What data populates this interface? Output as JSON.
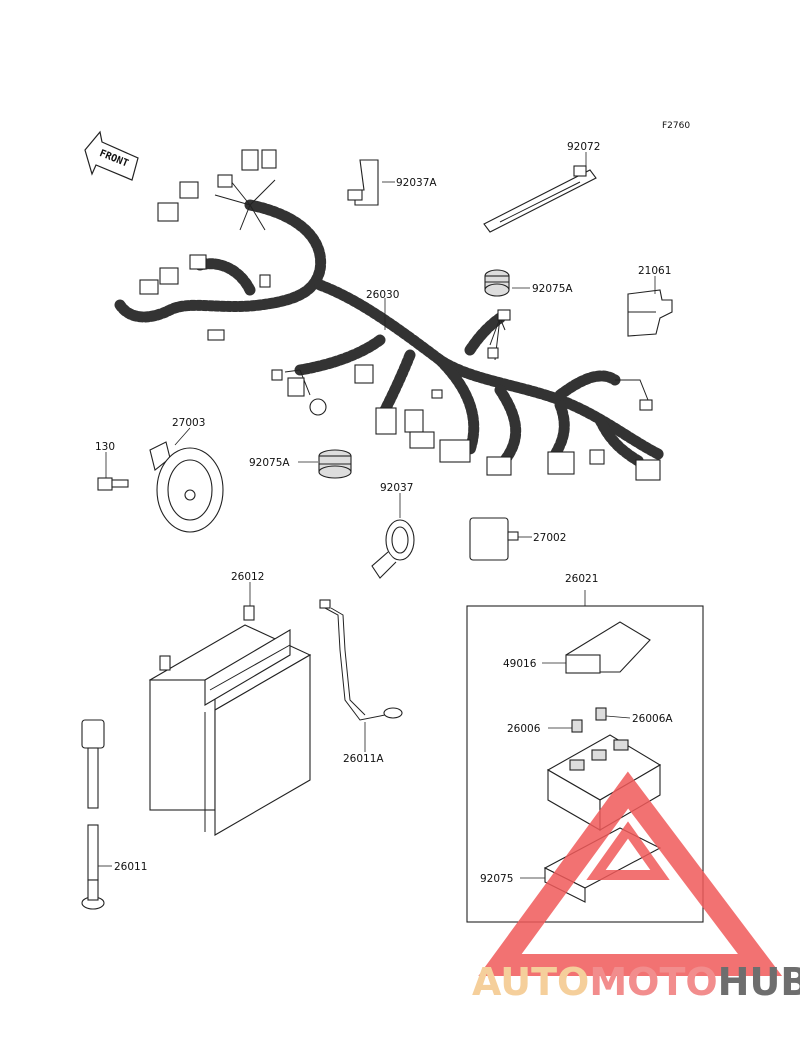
{
  "figure_code": "F2760",
  "front_label": "FRONT",
  "parts": {
    "p92037A": "92037A",
    "p92072": "92072",
    "p26030": "26030",
    "p92075A_top": "92075A",
    "p21061": "21061",
    "p27003": "27003",
    "p130": "130",
    "p92075A_mid": "92075A",
    "p92037": "92037",
    "p27002": "27002",
    "p26012": "26012",
    "p26021": "26021",
    "p49016": "49016",
    "p26006": "26006",
    "p26006A": "26006A",
    "p26011A": "26011A",
    "p26011": "26011",
    "p92075": "92075"
  },
  "watermark": {
    "part1": "AUTO",
    "part2": "MOTO",
    "part3": "HUB",
    "colors": {
      "auto": "#f4c78a",
      "moto": "#f07a7a",
      "hub": "#555555",
      "triangle": "#f05a5a"
    }
  }
}
